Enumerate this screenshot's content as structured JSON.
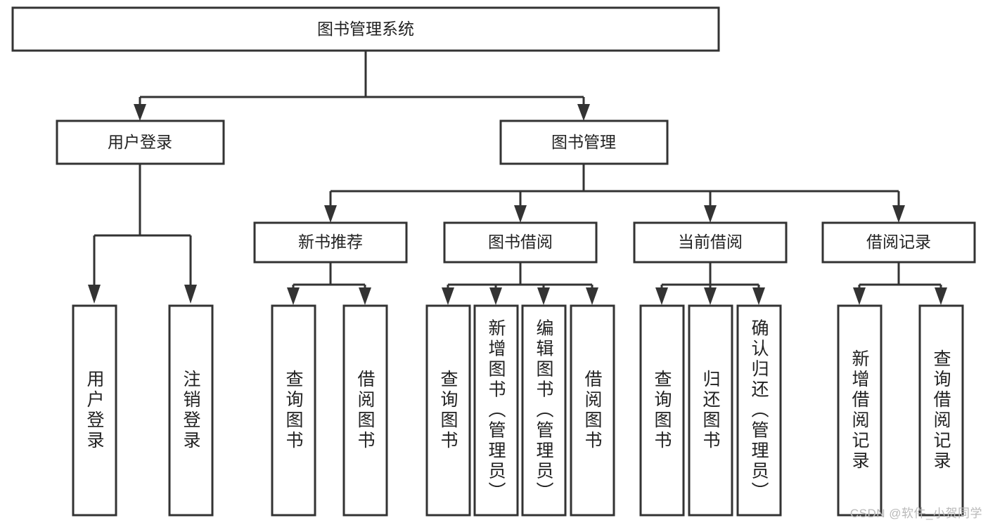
{
  "diagram": {
    "type": "tree",
    "title": "图书管理系统",
    "watermark": "CSDN @软件_小贺同学",
    "colors": {
      "box_fill": "#ffffff",
      "box_stroke": "#333333",
      "text": "#222222",
      "background": "#ffffff",
      "watermark": "#b9b9b9"
    },
    "nodes": {
      "root": {
        "label": "图书管理系统"
      },
      "level2": [
        {
          "label": "用户登录"
        },
        {
          "label": "图书管理"
        }
      ],
      "level3": [
        {
          "label": "新书推荐"
        },
        {
          "label": "图书借阅"
        },
        {
          "label": "当前借阅"
        },
        {
          "label": "借阅记录"
        }
      ],
      "leaves": {
        "user_login": [
          {
            "label": "用户登录"
          },
          {
            "label": "注销登录"
          }
        ],
        "new_book_recommend": [
          {
            "label": "查询图书"
          },
          {
            "label": "借阅图书"
          }
        ],
        "book_borrow": [
          {
            "label": "查询图书"
          },
          {
            "label": "新增图书（管理员）"
          },
          {
            "label": "编辑图书（管理员）"
          },
          {
            "label": "借阅图书"
          }
        ],
        "current_borrow": [
          {
            "label": "查询图书"
          },
          {
            "label": "归还图书"
          },
          {
            "label": "确认归还（管理员）"
          }
        ],
        "borrow_record": [
          {
            "label": "新增借阅记录"
          },
          {
            "label": "查询借阅记录"
          }
        ]
      }
    }
  }
}
